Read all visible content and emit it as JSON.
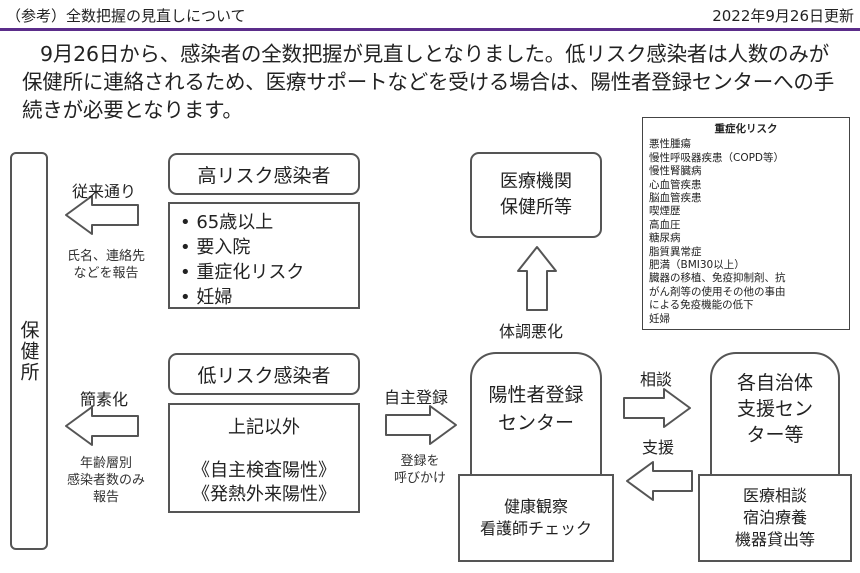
{
  "header": {
    "title": "（参考）全数把握の見直しについて",
    "date": "2022年9月26日更新",
    "accent_color": "#5b2d8a"
  },
  "intro": "9月26日から、感染者の全数把握が見直しとなりました。低リスク感染者は人数のみが保健所に連絡されるため、医療サポートなどを受ける場合は、陽性者登録センターへの手続きが必要となります。",
  "hokenjo": "保健所",
  "high_risk": {
    "label": "高リスク感染者",
    "items": [
      "65歳以上",
      "要入院",
      "重症化リスク",
      "妊婦"
    ],
    "arrow_label": "従来通り",
    "arrow_note_1": "氏名、連絡先",
    "arrow_note_2": "などを報告"
  },
  "low_risk": {
    "label": "低リスク感染者",
    "line1": "上記以外",
    "line2": "《自主検査陽性》",
    "line3": "《発熱外来陽性》",
    "arrow_label": "簡素化",
    "arrow_note_1": "年齢層別",
    "arrow_note_2": "感染者数のみ",
    "arrow_note_3": "報告"
  },
  "self_register": {
    "label": "自主登録",
    "note_1": "登録を",
    "note_2": "呼びかけ"
  },
  "medical": {
    "line1": "医療機関",
    "line2": "保健所等",
    "arrow_label": "体調悪化"
  },
  "center": {
    "line1": "陽性者登録",
    "line2": "センター",
    "sub1": "健康観察",
    "sub2": "看護師チェック"
  },
  "municipal": {
    "line1": "各自治体",
    "line2": "支援セン",
    "line3": "ター等",
    "sub1": "医療相談",
    "sub2": "宿泊療養",
    "sub3": "機器貸出等",
    "consult_label": "相談",
    "support_label": "支援"
  },
  "risk_list": {
    "title": "重症化リスク",
    "items": [
      "悪性腫瘍",
      "慢性呼吸器疾患（COPD等）",
      "慢性腎臓病",
      "心血管疾患",
      "脳血管疾患",
      "喫煙歴",
      "高血圧",
      "糖尿病",
      "脂質異常症",
      "肥満（BMI30以上）",
      "臓器の移植、免疫抑制剤、抗",
      "がん剤等の使用その他の事由",
      "による免疫機能の低下",
      "妊婦"
    ]
  }
}
